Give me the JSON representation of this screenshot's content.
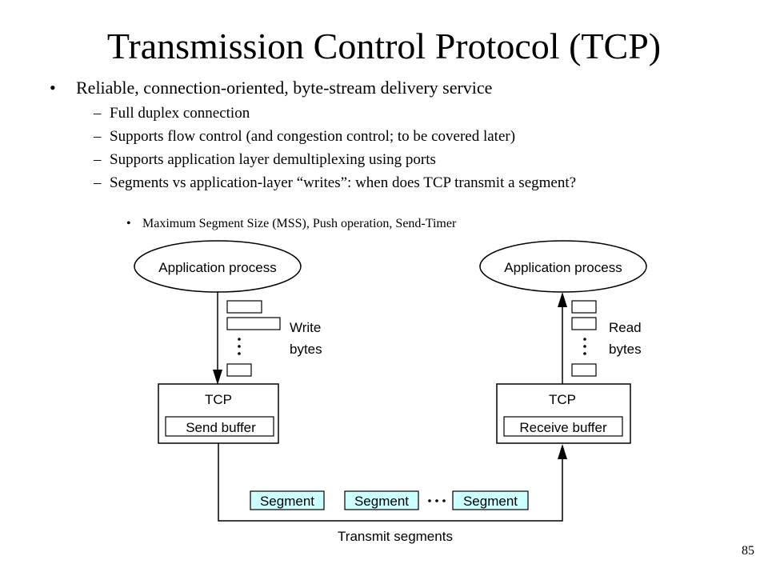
{
  "title": "Transmission Control Protocol (TCP)",
  "bullets": {
    "main": "Reliable, connection-oriented, byte-stream delivery service",
    "sub": [
      "Full duplex connection",
      "Supports flow control (and congestion control; to be covered later)",
      "Supports application layer demultiplexing using ports",
      "Segments vs application-layer “writes”: when does TCP transmit a segment?"
    ],
    "subsub": "Maximum Segment Size (MSS), Push operation, Send-Timer"
  },
  "diagram": {
    "left_app": "Application process",
    "right_app": "Application process",
    "write_line1": "Write",
    "write_line2": "bytes",
    "read_line1": "Read",
    "read_line2": "bytes",
    "left_tcp": "TCP",
    "right_tcp": "TCP",
    "send_buffer": "Send buffer",
    "receive_buffer": "Receive buffer",
    "segments": [
      "Segment",
      "Segment",
      "Segment"
    ],
    "transmit_label": "Transmit segments",
    "segment_fill": "#ccffff"
  },
  "page_number": "85"
}
